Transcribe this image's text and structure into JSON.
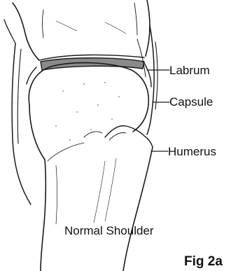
{
  "labels": {
    "labrum": "Labrum",
    "capsule": "Capsule",
    "humerus": "Humerus"
  },
  "caption": "Normal Shoulder",
  "figure_number": "Fig 2a"
}
